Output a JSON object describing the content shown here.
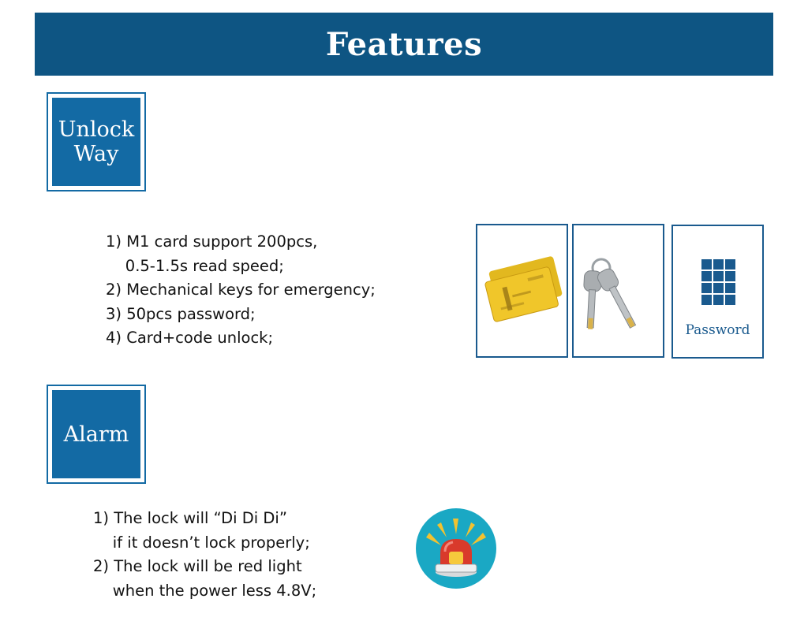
{
  "header": {
    "title": "Features"
  },
  "unlock": {
    "badge": "Unlock\nWay",
    "items": [
      "1) M1 card support 200pcs,",
      "    0.5-1.5s read speed;",
      "2) Mechanical keys for emergency;",
      "3) 50pcs password;",
      "4) Card+code unlock;"
    ],
    "images": {
      "card": "card-photo",
      "keys": "keys-photo",
      "password": {
        "icon": "keypad-icon",
        "caption": "Password"
      }
    }
  },
  "alarm": {
    "badge": "Alarm",
    "items": [
      "1) The lock will “Di Di Di”",
      "    if it doesn’t lock properly;",
      "2) The lock will be red light",
      "    when the power less 4.8V;"
    ],
    "icon": "siren-icon"
  },
  "colors": {
    "banner": "#0e5583",
    "tile": "#136aa4",
    "frame": "#1a5a8e",
    "siren_bg": "#1aa8c4"
  }
}
